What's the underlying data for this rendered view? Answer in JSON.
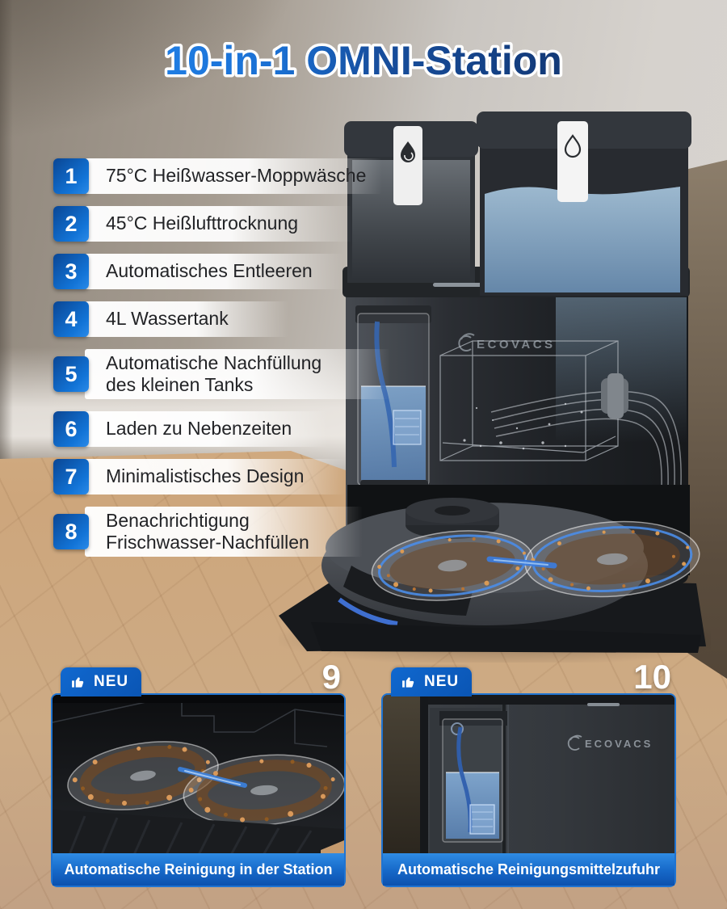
{
  "title": {
    "text": "10-in-1 OMNI-Station"
  },
  "features": [
    {
      "num": "1",
      "text": "75°C Heißwasser-Moppwäsche"
    },
    {
      "num": "2",
      "text": "45°C Heißlufttrocknung"
    },
    {
      "num": "3",
      "text": "Automatisches Entleeren"
    },
    {
      "num": "4",
      "text": "4L Wassertank"
    },
    {
      "num": "5",
      "text": "Automatische Nachfüllung des kleinen Tanks"
    },
    {
      "num": "6",
      "text": "Laden zu Nebenzeiten"
    },
    {
      "num": "7",
      "text": "Minimalistisches Design"
    },
    {
      "num": "8",
      "text": "Benachrichtigung Frischwasser-Nachfüllen"
    }
  ],
  "station": {
    "brand": "ECOVACS"
  },
  "panels": [
    {
      "number": "9",
      "badge_label": "NEU",
      "caption": "Automatische Reinigung in der Station"
    },
    {
      "number": "10",
      "badge_label": "NEU",
      "caption": "Automatische Reinigungsmittelzufuhr"
    }
  ],
  "icons": {
    "neu_badge": "thumbs-up",
    "left_tank_handle": "water-drop-filled",
    "right_tank_handle": "water-drop-outline",
    "brand_mark": "ecovacs-arc"
  },
  "colors": {
    "title_blue_light": "#1f7ce5",
    "title_blue_dark": "#12356f",
    "badge_blue_dark": "#0a4694",
    "badge_blue_light": "#2a8ae8",
    "neu_blue": "#0c5cc0",
    "caption_blue_top": "#2f8ce4",
    "caption_blue_bottom": "#0c51ae",
    "water_blue": "#6d9ed1",
    "floor_wood": "#d4ab82",
    "wall_taupe": "#a59c91"
  }
}
